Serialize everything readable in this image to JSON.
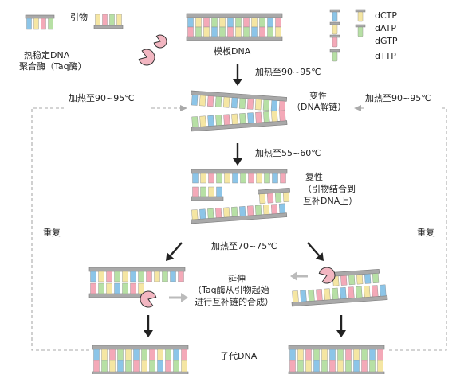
{
  "legend": {
    "primer_label": "引物",
    "enzyme_label_1": "热稳定DNA",
    "enzyme_label_2": "聚合酶（Taq酶）",
    "template_label": "模板DNA",
    "nucleotides": [
      {
        "name": "dCTP",
        "color": "#8cc5e8"
      },
      {
        "name": "dATP",
        "color": "#f5e6a3"
      },
      {
        "name": "dGTP",
        "color": "#f4a9b8"
      },
      {
        "name": "dTTP",
        "color": "#b7e0a5"
      }
    ]
  },
  "steps": {
    "denature_temp": "加热至90~95℃",
    "denature_title": "变性",
    "denature_sub": "（DNA解链）",
    "anneal_temp": "加热至55~60℃",
    "anneal_title": "复性",
    "anneal_sub_1": "（引物结合到",
    "anneal_sub_2": "互补DNA上）",
    "extend_temp": "加热至70~75℃",
    "extend_title": "延伸",
    "extend_sub_1": "（Taq酶从引物起始",
    "extend_sub_2": "进行互补链的合成）",
    "product_label": "子代DNA"
  },
  "repeat": {
    "left_temp": "加热至90~95℃",
    "right_temp": "加热至90~95℃",
    "left_label": "重复",
    "right_label": "重复"
  },
  "colors": {
    "backbone": "#a9a9a9",
    "backbone_edge": "#7a7a7a",
    "enzyme": "#f2b6c1",
    "arrow": "#222222",
    "gray_arrow": "#bbbbbb",
    "dashed": "#aaaaaa"
  }
}
